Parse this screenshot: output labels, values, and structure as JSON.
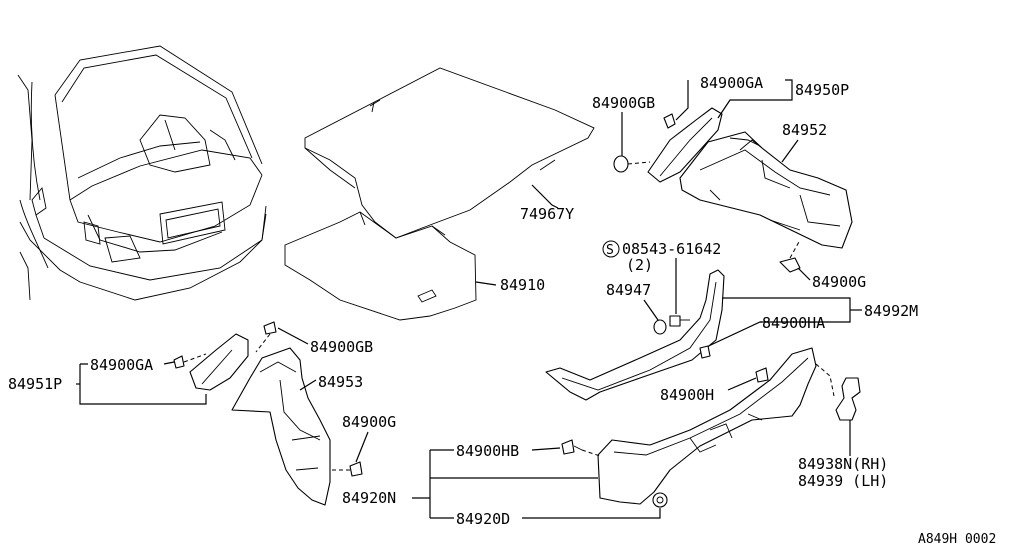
{
  "labels": {
    "l84900GA_top": "84900GA",
    "l84950P": "84950P",
    "l84900GB_top": "84900GB",
    "l84952": "84952",
    "l74967Y": "74967Y",
    "l08543": "08543-61642",
    "l08543_qty": "(2)",
    "l84947": "84947",
    "l84910": "84910",
    "l84900G_right": "84900G",
    "l84992M": "84992M",
    "l84900HA": "84900HA",
    "l84900GB_left": "84900GB",
    "l84900GA_left": "84900GA",
    "l84951P": "84951P",
    "l84953": "84953",
    "l84900H": "84900H",
    "l84900G_left": "84900G",
    "l84900HB": "84900HB",
    "l84938N": "84938N(RH)",
    "l84939": "84939  (LH)",
    "l84920N": "84920N",
    "l84920D": "84920D",
    "diagram_code": "A849H 0002"
  },
  "symbols": {
    "screw_mark": "S"
  }
}
